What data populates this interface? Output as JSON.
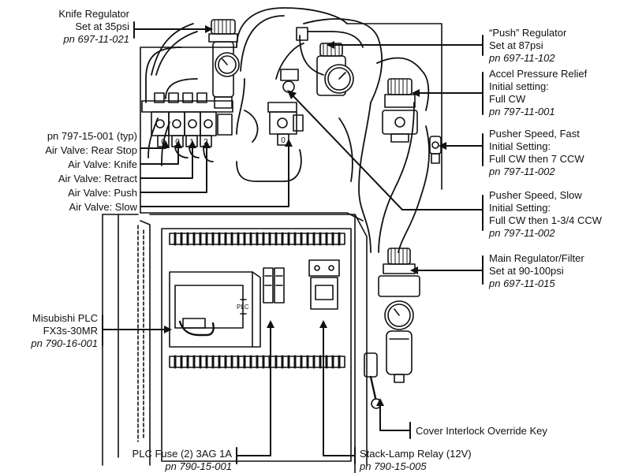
{
  "callouts": {
    "knife_regulator": {
      "title": "Knife Regulator",
      "setting": "Set at 35psi",
      "pn": "pn 697-11-021"
    },
    "push_regulator": {
      "title": "“Push” Regulator",
      "setting": "Set at 87psi",
      "pn": "pn 697-11-102"
    },
    "accel_relief": {
      "title": "Accel Pressure Relief",
      "line2": "Initial setting:",
      "line3": "Full CW",
      "pn": "pn 797-11-001"
    },
    "pusher_fast": {
      "title": "Pusher Speed, Fast",
      "line2": "Initial Setting:",
      "line3": "Full CW then 7 CCW",
      "pn": "pn 797-11-002"
    },
    "pusher_slow": {
      "title": "Pusher Speed, Slow",
      "line2": "Initial Setting:",
      "line3": "Full CW then 1-3/4 CCW",
      "pn": "pn 797-11-002"
    },
    "main_regulator": {
      "title": "Main Regulator/Filter",
      "setting": "Set at 90-100psi",
      "pn": "pn 697-11-015"
    },
    "air_valves": {
      "pn": "pn 797-15-001 (typ)",
      "rear_stop": "Air Valve: Rear Stop",
      "knife": "Air Valve: Knife",
      "retract": "Air Valve: Retract",
      "push": "Air Valve: Push",
      "slow": "Air Valve: Slow"
    },
    "plc": {
      "title": "Misubishi PLC",
      "model": "FX3s-30MR",
      "pn": "pn 790-16-001"
    },
    "cover_key": {
      "title": "Cover Interlock Override Key"
    },
    "plc_fuse": {
      "title": "PLC Fuse (2) 3AG 1A",
      "pn": "pn 790-15-001"
    },
    "stack_relay": {
      "title": "Stack-Lamp Relay (12V)",
      "pn": "pn 790-15-005"
    }
  },
  "device_marks": {
    "valve_numbers": [
      "0",
      "0",
      "1",
      "2"
    ],
    "slow_valve_number": "0",
    "plc_logo": "PLC"
  }
}
